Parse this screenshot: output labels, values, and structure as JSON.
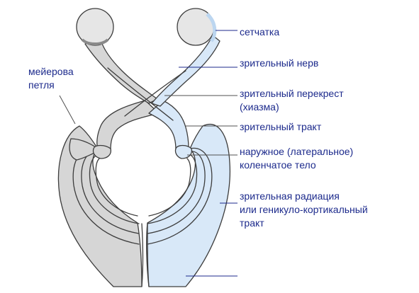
{
  "labels": {
    "retina": "сетчатка",
    "optic_nerve": "зрительный нерв",
    "chiasm_line1": "зрительный перекрест",
    "chiasm_line2": "(хиазма)",
    "optic_tract": "зрительный тракт",
    "lgn_line1": "наружное (латеральное)",
    "lgn_line2": "коленчатое тело",
    "radiation_line1": "зрительная радиация",
    "radiation_line2": "или геникуло-кортикальный",
    "radiation_line3": "тракт",
    "meyer_line1": "мейерова",
    "meyer_line2": "петля"
  },
  "colors": {
    "left_pathway": "#d6d6d6",
    "right_pathway": "#d8e8f8",
    "eyeball": "#e6e6e6",
    "label_text": "#1c2a8c"
  }
}
